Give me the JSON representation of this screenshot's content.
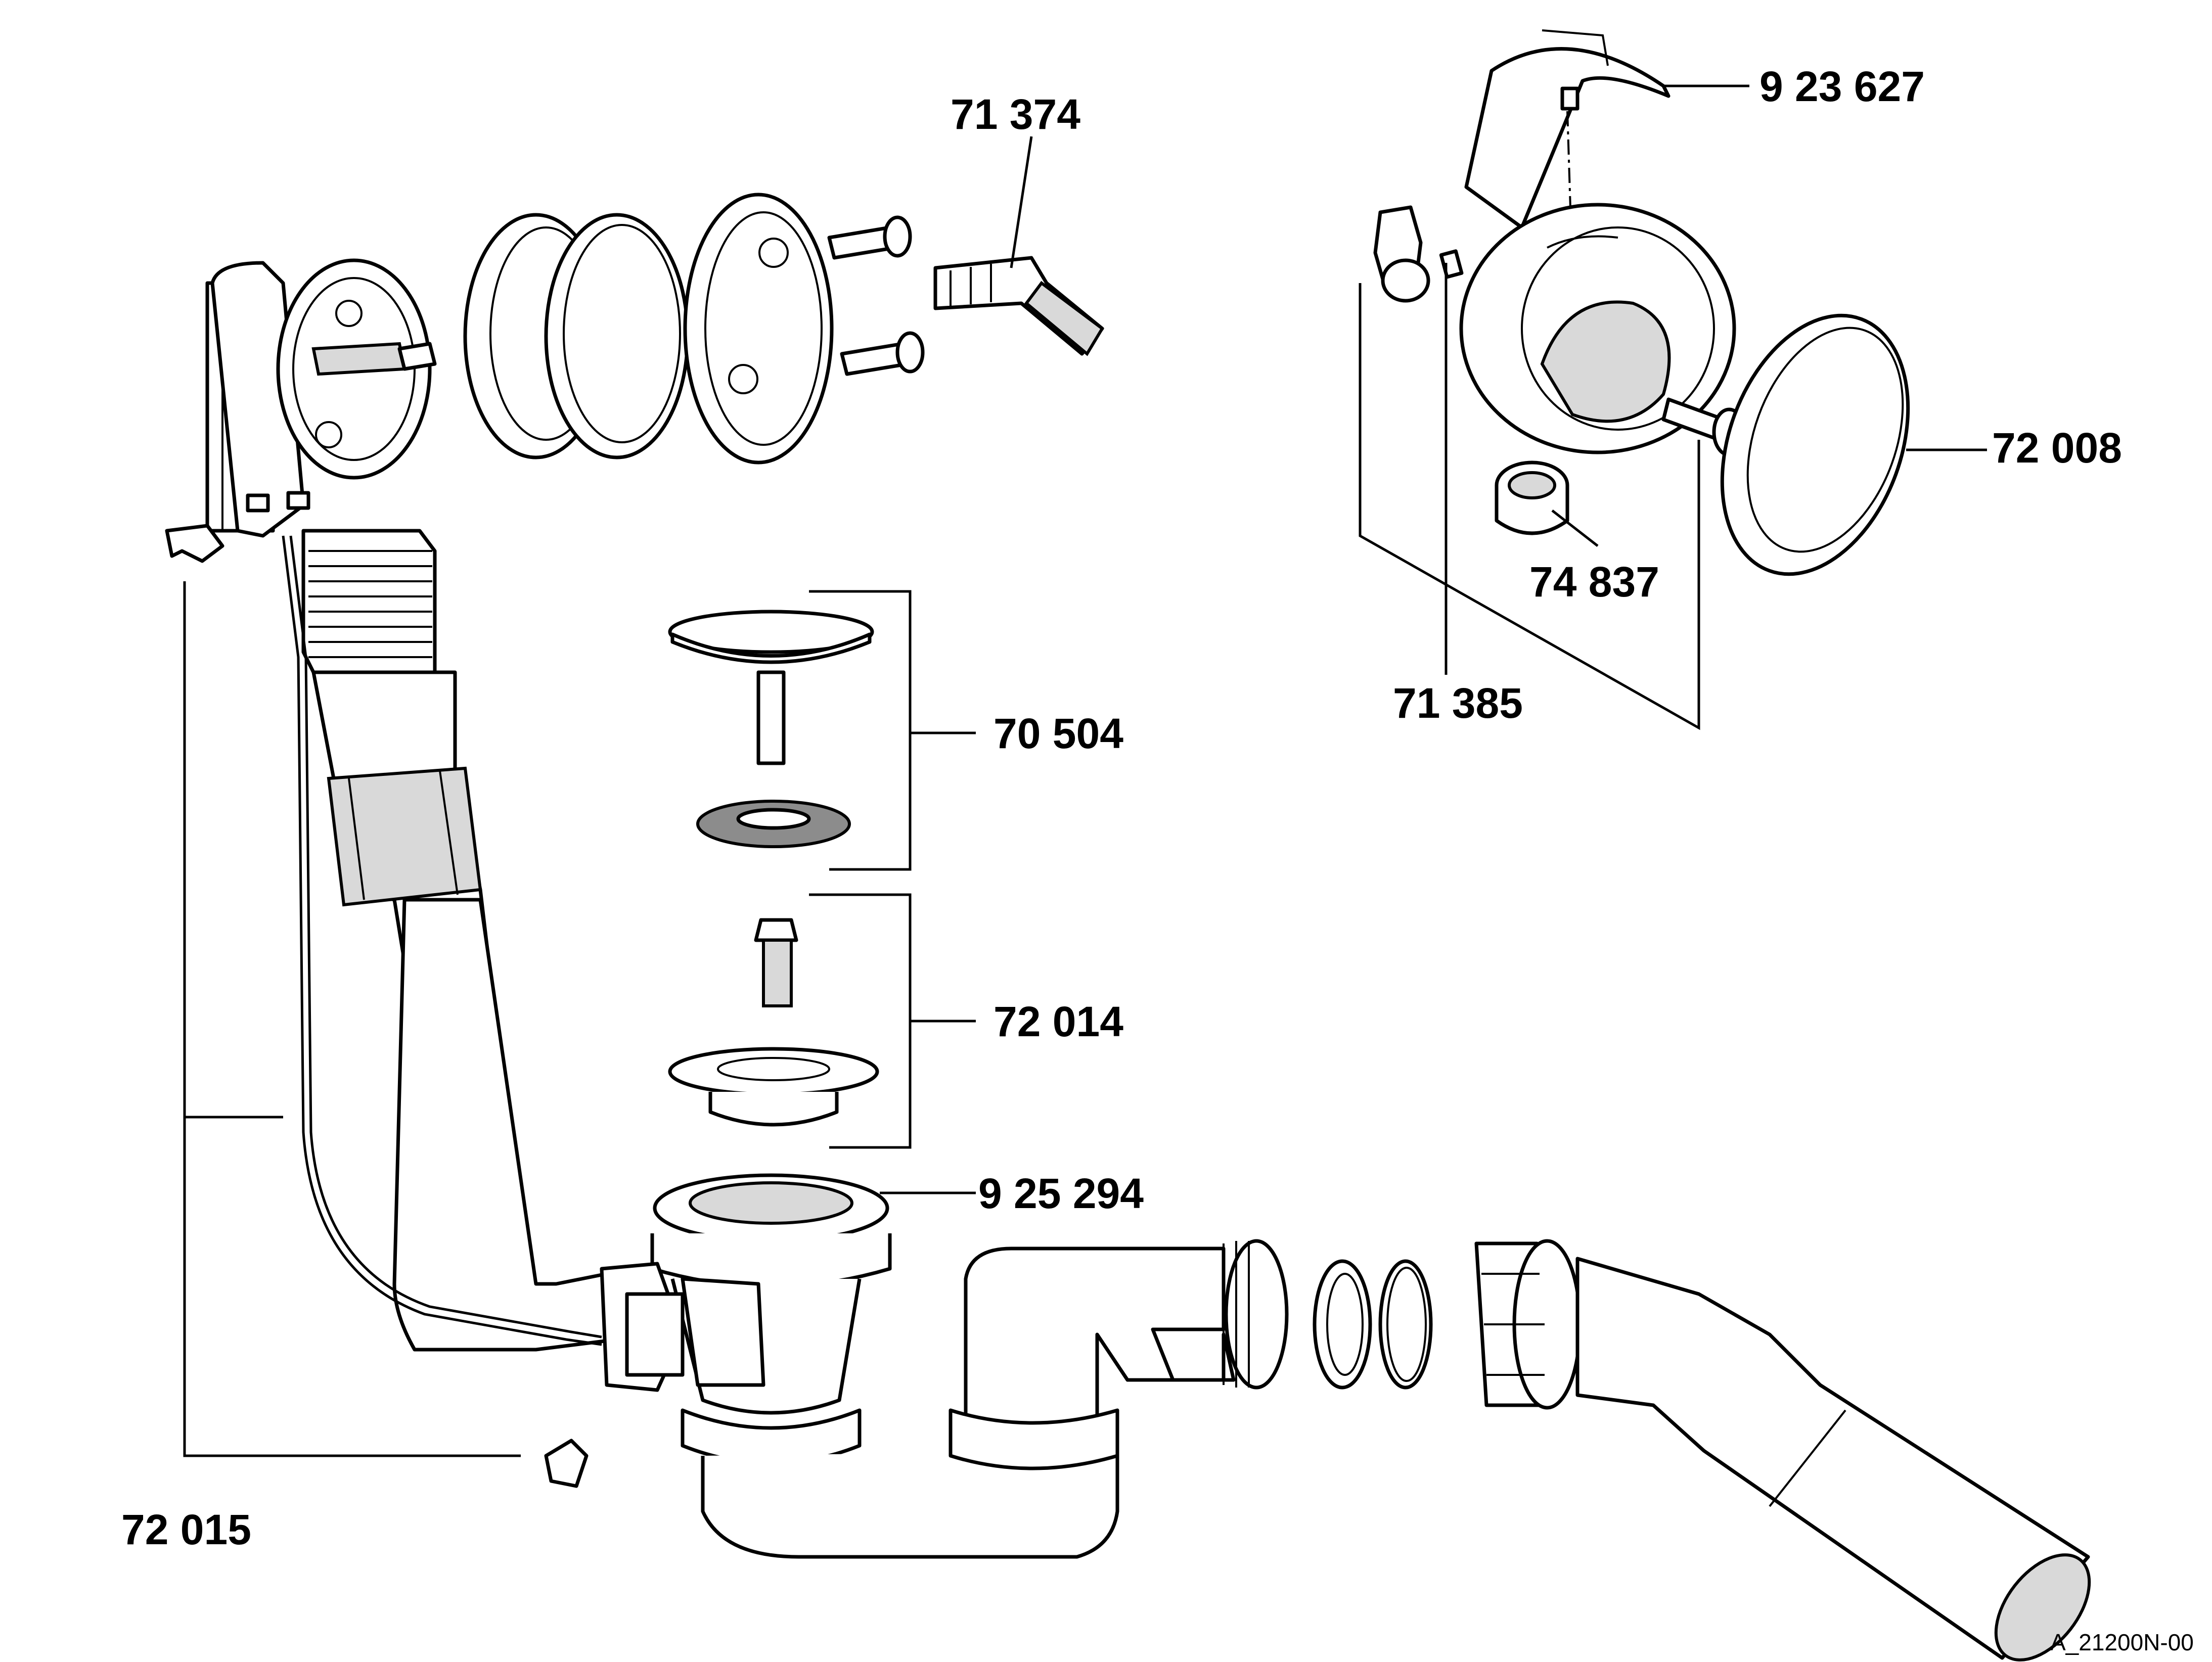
{
  "labels": {
    "p71374": "71 374",
    "p923627": "9 23 627",
    "p72008": "72 008",
    "p74837": "74 837",
    "p71385": "71 385",
    "p70504": "70 504",
    "p72014": "72 014",
    "p925294": "9 25 294",
    "p72015": "72 015"
  },
  "drawing_ref": "A_21200N-00",
  "colors": {
    "line": "#000000",
    "background": "#ffffff",
    "shade": "#d9d9d9",
    "dark": "#8c8c8c"
  }
}
